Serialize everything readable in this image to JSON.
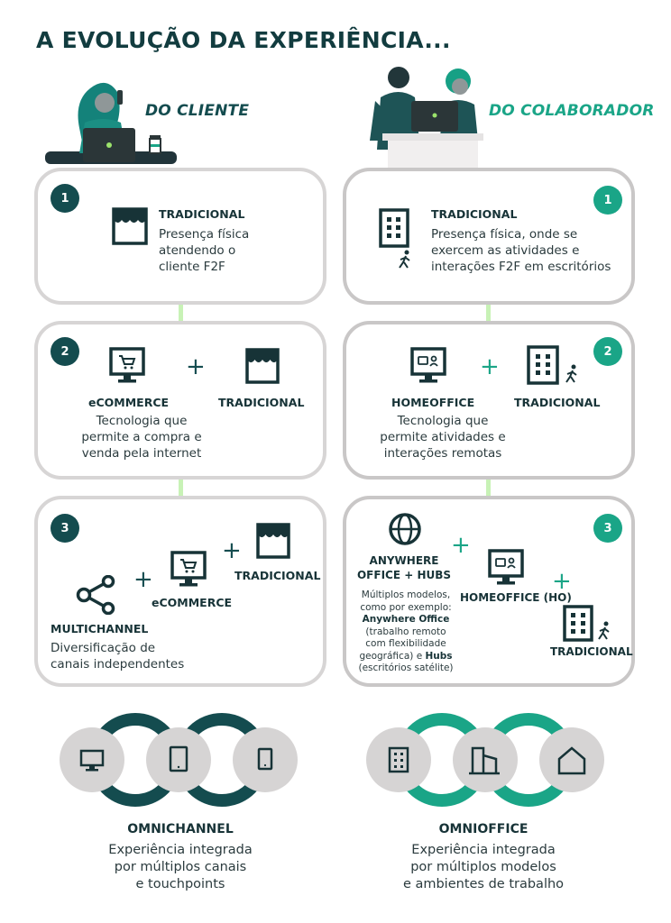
{
  "title": "A EVOLUÇÃO DA EXPERIÊNCIA...",
  "client": {
    "label": "DO CLIENTE",
    "step1": {
      "num": "1",
      "name": "TRADICIONAL",
      "desc": [
        "Presença física",
        "atendendo o",
        "cliente F2F"
      ]
    },
    "step2": {
      "num": "2",
      "plus": "+",
      "left": "eCOMMERCE",
      "right": "TRADICIONAL",
      "desc": [
        "Tecnologia que",
        "permite a compra e",
        "venda pela internet"
      ]
    },
    "step3": {
      "num": "3",
      "plus1": "+",
      "plus2": "+",
      "multichannel": "MULTICHANNEL",
      "ecommerce": "eCOMMERCE",
      "tradicional": "TRADICIONAL",
      "desc": [
        "Diversificação de",
        "canais independentes"
      ]
    },
    "omni": {
      "name": "OMNICHANNEL",
      "desc": [
        "Experiência integrada",
        "por múltiplos canais",
        "e touchpoints"
      ]
    }
  },
  "collab": {
    "label": "DO COLABORADOR",
    "step1": {
      "num": "1",
      "name": "TRADICIONAL",
      "desc": [
        "Presença física, onde se",
        "exercem as atividades e",
        "interações F2F em escritórios"
      ]
    },
    "step2": {
      "num": "2",
      "plus": "+",
      "left": "HOMEOFFICE",
      "right": "TRADICIONAL",
      "desc": [
        "Tecnologia que",
        "permite atividades e",
        "interações remotas"
      ]
    },
    "step3": {
      "num": "3",
      "plus1": "+",
      "plus2": "+",
      "anywhere": [
        "ANYWHERE",
        "OFFICE + HUBS"
      ],
      "homeoffice": "HOMEOFFICE (HO)",
      "tradicional": "TRADICIONAL",
      "desc_intro": [
        "Múltiplos modelos,",
        "como por exemplo:"
      ],
      "desc_ao": "Anywhere Office",
      "desc_mid": [
        "(trabalho remoto",
        "com flexibilidade"
      ],
      "desc_geo": "geográfica) e ",
      "desc_hubs": "Hubs",
      "desc_end": "(escritórios satélite)"
    },
    "omni": {
      "name": "OMNIOFFICE",
      "desc": [
        "Experiência integrada",
        "por múltiplos modelos",
        "e ambientes de trabalho"
      ]
    }
  },
  "colors": {
    "dark_teal": "#144c4f",
    "green_teal": "#1aa587",
    "card_border": "#d7d5d5",
    "connector": "#c8f2b6"
  }
}
